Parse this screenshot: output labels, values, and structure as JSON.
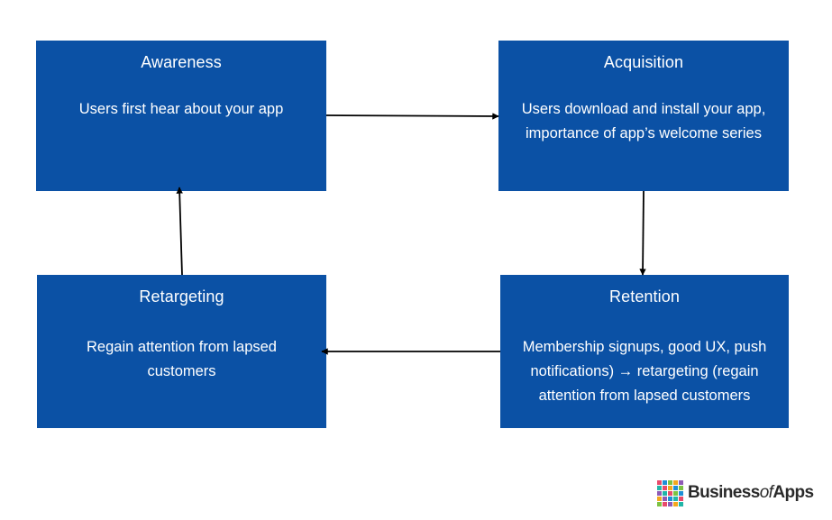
{
  "diagram": {
    "nodes": [
      {
        "id": "awareness",
        "title": "Awareness",
        "description": [
          "Users first hear about your app"
        ]
      },
      {
        "id": "acquisition",
        "title": "Acquisition",
        "description": [
          "Users download and install your app,",
          "importance of app’s welcome series"
        ]
      },
      {
        "id": "retention",
        "title": "Retention",
        "description": [
          "Membership signups, good UX, push",
          "notifications) → retargeting (regain",
          "attention from lapsed customers"
        ]
      },
      {
        "id": "retargeting",
        "title": "Retargeting",
        "description": [
          "Regain attention from lapsed",
          "customers"
        ]
      }
    ],
    "edges": [
      {
        "from": "awareness",
        "to": "acquisition"
      },
      {
        "from": "acquisition",
        "to": "retention"
      },
      {
        "from": "retention",
        "to": "retargeting"
      },
      {
        "from": "retargeting",
        "to": "awareness"
      }
    ],
    "box_color": "#0b51a5",
    "arrow_color": "#000000"
  },
  "logo": {
    "brand_prefix": "Business",
    "brand_of": "of",
    "brand_suffix": "Apps",
    "icon": "grid-logo-icon",
    "grid_colors": [
      "#e84b6b",
      "#1f8fd6",
      "#7cc242",
      "#f4a81d",
      "#8e5bb5",
      "#21b6a8",
      "#e84b6b",
      "#f4a81d",
      "#1f8fd6",
      "#7cc242",
      "#8e5bb5",
      "#21b6a8",
      "#e84b6b",
      "#7cc242",
      "#1f8fd6",
      "#f4a81d",
      "#8e5bb5",
      "#1f8fd6",
      "#21b6a8",
      "#e84b6b",
      "#7cc242",
      "#e84b6b",
      "#8e5bb5",
      "#f4a81d",
      "#21b6a8"
    ]
  }
}
